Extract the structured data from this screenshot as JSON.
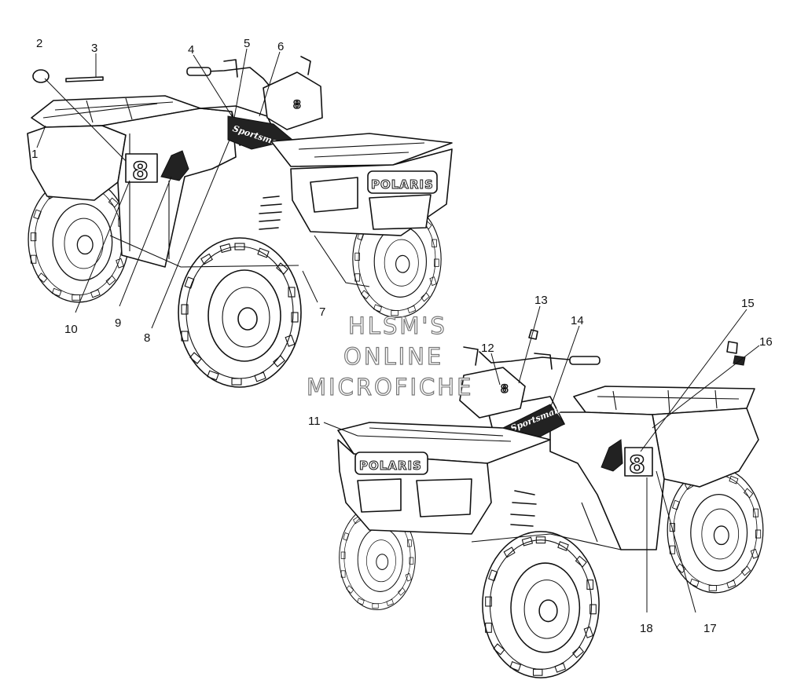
{
  "watermark": {
    "line1": "HLSM'S",
    "line2": "ONLINE",
    "line3": "MICROFICHE"
  },
  "decal_text": {
    "brand": "POLARIS",
    "model": "Sportsman",
    "number": "8"
  },
  "callouts": {
    "c1": "1",
    "c2": "2",
    "c3": "3",
    "c4": "4",
    "c5": "5",
    "c6": "6",
    "c7": "7",
    "c8": "8",
    "c9": "9",
    "c10": "10",
    "c11": "11",
    "c12": "12",
    "c13": "13",
    "c14": "14",
    "c15": "15",
    "c16": "16",
    "c17": "17",
    "c18": "18"
  }
}
